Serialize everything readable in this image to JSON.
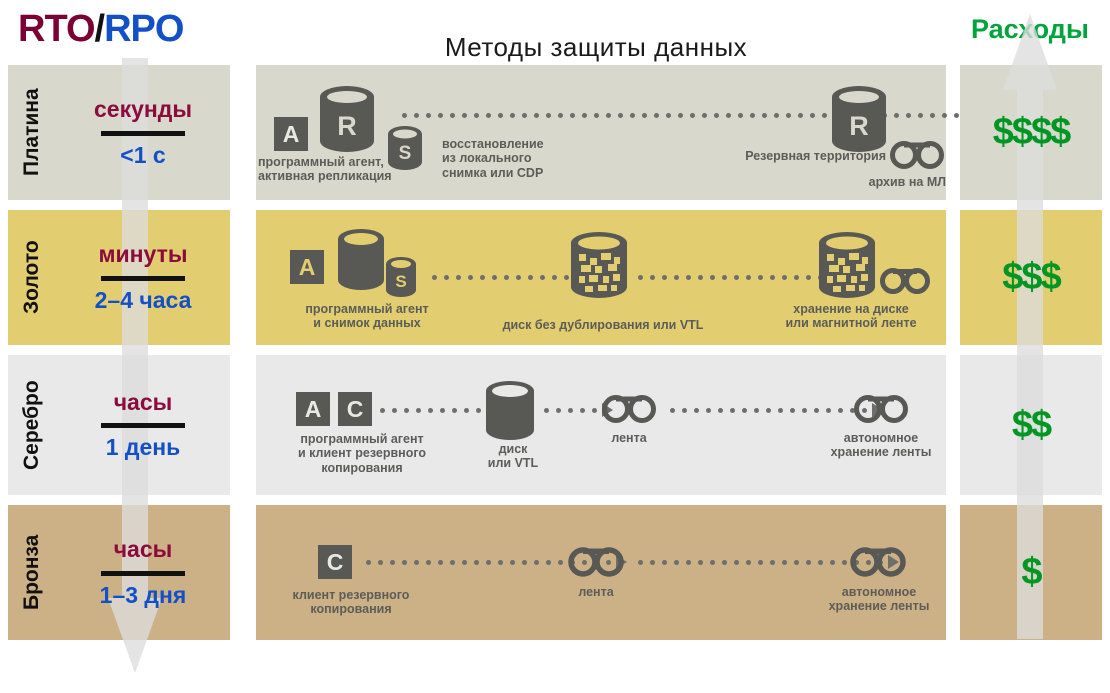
{
  "header": {
    "rto_label_a": "RTO",
    "rto_label_slash": "/",
    "rto_label_b": "RPO",
    "title": "Методы защиты данных",
    "cost_title": "Расходы"
  },
  "colors": {
    "platinum": "#d8d8cc",
    "gold": "#e2ce70",
    "silver": "#e9e9e9",
    "bronze": "#ccb186",
    "rto_top_text": "#8a0b3c",
    "rto_bottom_text": "#1350c8",
    "cost_text": "#009624",
    "icon_gray": "#585855",
    "caption_gray": "#5c5c58",
    "arrow_gray": "#dcdcdc"
  },
  "tiers": [
    {
      "name": "Платина",
      "rto": "секунды",
      "rpo": "<1 с",
      "cost": "$$$$",
      "nodes": [
        {
          "kind": "chip",
          "letter": "A"
        },
        {
          "kind": "cylinder",
          "letter": "R"
        },
        {
          "kind": "cylinder",
          "letter": "S"
        },
        {
          "kind": "cylinder",
          "letter": "R"
        },
        {
          "kind": "tape"
        }
      ],
      "captions": [
        "программный агент,\nактивная репликация",
        "восстановление\nиз локального\nснимка или CDP",
        "Резервная территория",
        "архив на МЛ"
      ]
    },
    {
      "name": "Золото",
      "rto": "минуты",
      "rpo": "2–4 часа",
      "cost": "$$$",
      "nodes": [
        {
          "kind": "chip",
          "letter": "A"
        },
        {
          "kind": "cylinder",
          "letter": ""
        },
        {
          "kind": "cylinder",
          "letter": "S"
        },
        {
          "kind": "dedupe-cylinder"
        },
        {
          "kind": "dedupe-cylinder"
        },
        {
          "kind": "tape"
        }
      ],
      "captions": [
        "программный агент\nи снимок данных",
        "диск без дублирования или VTL",
        "хранение на диске\nили магнитной ленте"
      ]
    },
    {
      "name": "Серебро",
      "rto": "часы",
      "rpo": "1 день",
      "cost": "$$",
      "nodes": [
        {
          "kind": "chip",
          "letter": "A"
        },
        {
          "kind": "chip",
          "letter": "C"
        },
        {
          "kind": "cylinder",
          "letter": ""
        },
        {
          "kind": "tape"
        },
        {
          "kind": "tape"
        }
      ],
      "captions": [
        "программный агент\nи клиент резервного\nкопирования",
        "диск\nили VTL",
        "лента",
        "автономное\nхранение ленты"
      ]
    },
    {
      "name": "Бронза",
      "rto": "часы",
      "rpo": "1–3 дня",
      "cost": "$",
      "nodes": [
        {
          "kind": "chip",
          "letter": "C"
        },
        {
          "kind": "tape"
        },
        {
          "kind": "tape"
        }
      ],
      "captions": [
        "клиент резервного\nкопирования",
        "лента",
        "автономное\nхранение ленты"
      ]
    }
  ],
  "icon_names": {
    "down_arrow": "down-arrow-icon",
    "up_arrow": "up-arrow-icon",
    "cylinder": "database-cylinder-icon",
    "tape": "tape-reel-icon",
    "dedupe": "dedupe-disk-icon",
    "chip": "agent-chip-icon"
  }
}
